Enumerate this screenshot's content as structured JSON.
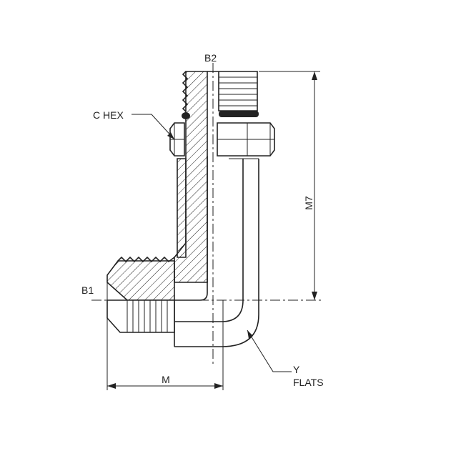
{
  "labels": {
    "b2": "B2",
    "b1": "B1",
    "c_hex": "C HEX",
    "m7": "M7",
    "m": "M",
    "y": "Y",
    "flats": "FLATS"
  }
}
